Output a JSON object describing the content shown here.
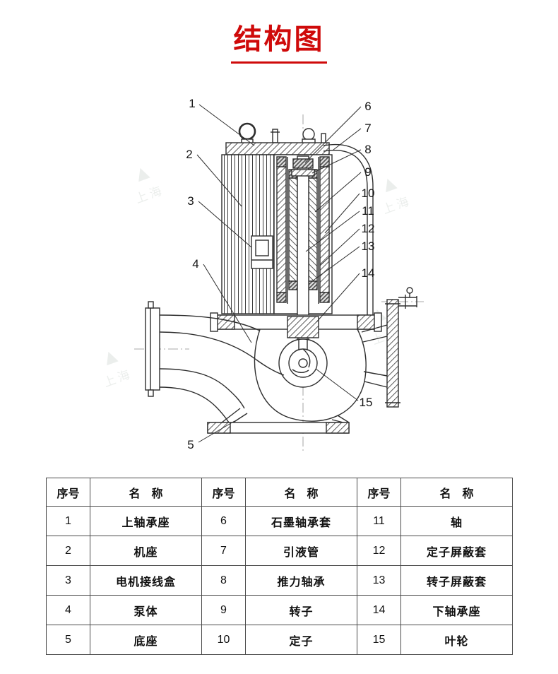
{
  "page": {
    "title": "结构图"
  },
  "theme": {
    "title_color": "#cf0a0a",
    "line_color": "#2e2e2e",
    "table_border_color": "#4a4a4a",
    "watermark_color": "#6e8577"
  },
  "watermark": {
    "logo": "triangle",
    "text": "上海"
  },
  "diagram": {
    "callouts": [
      "1",
      "2",
      "3",
      "4",
      "5",
      "6",
      "7",
      "8",
      "9",
      "10",
      "11",
      "12",
      "13",
      "14",
      "15"
    ]
  },
  "table": {
    "col_headers": [
      "序号",
      "名　称",
      "序号",
      "名　称",
      "序号",
      "名　称"
    ],
    "rows": [
      [
        "1",
        "上轴承座",
        "6",
        "石墨轴承套",
        "11",
        "轴"
      ],
      [
        "2",
        "机座",
        "7",
        "引液管",
        "12",
        "定子屏蔽套"
      ],
      [
        "3",
        "电机接线盒",
        "8",
        "推力轴承",
        "13",
        "转子屏蔽套"
      ],
      [
        "4",
        "泵体",
        "9",
        "转子",
        "14",
        "下轴承座"
      ],
      [
        "5",
        "底座",
        "10",
        "定子",
        "15",
        "叶轮"
      ]
    ]
  }
}
